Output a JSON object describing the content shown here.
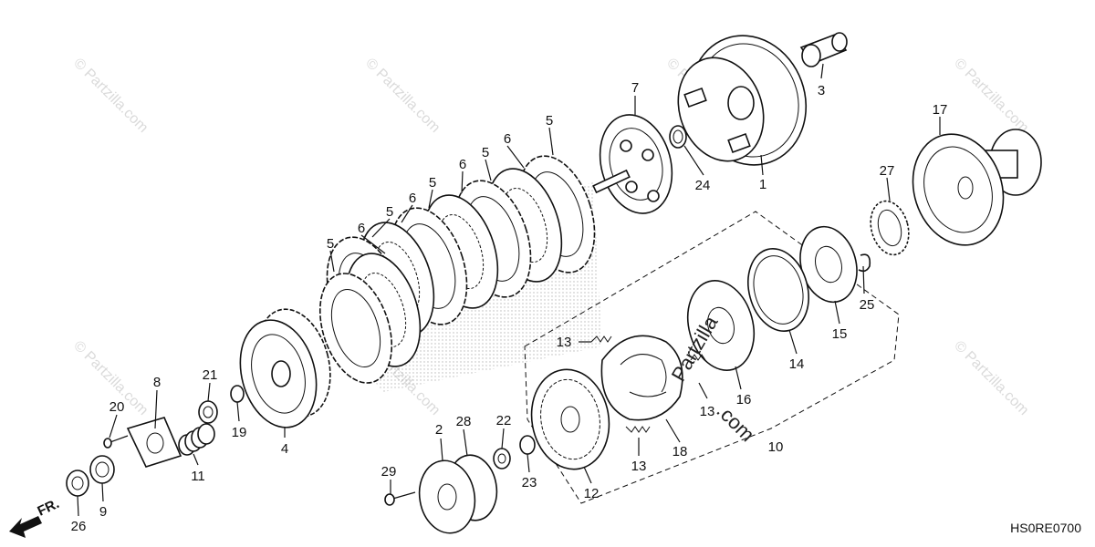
{
  "diagram": {
    "code": "HS0RE0700",
    "direction_label": "FR.",
    "watermark": "© Partzilla.com",
    "watermark_prefix": "Partzilla",
    "watermark_suffix": ".com",
    "callouts": [
      {
        "id": "c1",
        "text": "1"
      },
      {
        "id": "c2",
        "text": "2"
      },
      {
        "id": "c3",
        "text": "3"
      },
      {
        "id": "c4",
        "text": "4"
      },
      {
        "id": "c5a",
        "text": "5"
      },
      {
        "id": "c5b",
        "text": "5"
      },
      {
        "id": "c5c",
        "text": "5"
      },
      {
        "id": "c5d",
        "text": "5"
      },
      {
        "id": "c5e",
        "text": "5"
      },
      {
        "id": "c6a",
        "text": "6"
      },
      {
        "id": "c6b",
        "text": "6"
      },
      {
        "id": "c6c",
        "text": "6"
      },
      {
        "id": "c6d",
        "text": "6"
      },
      {
        "id": "c7",
        "text": "7"
      },
      {
        "id": "c8",
        "text": "8"
      },
      {
        "id": "c9",
        "text": "9"
      },
      {
        "id": "c10",
        "text": "10"
      },
      {
        "id": "c11",
        "text": "11"
      },
      {
        "id": "c12",
        "text": "12"
      },
      {
        "id": "c13a",
        "text": "13"
      },
      {
        "id": "c13b",
        "text": "13"
      },
      {
        "id": "c13c",
        "text": "13"
      },
      {
        "id": "c14",
        "text": "14"
      },
      {
        "id": "c15",
        "text": "15"
      },
      {
        "id": "c16",
        "text": "16"
      },
      {
        "id": "c17",
        "text": "17"
      },
      {
        "id": "c18",
        "text": "18"
      },
      {
        "id": "c19",
        "text": "19"
      },
      {
        "id": "c20",
        "text": "20"
      },
      {
        "id": "c21",
        "text": "21"
      },
      {
        "id": "c22",
        "text": "22"
      },
      {
        "id": "c23",
        "text": "23"
      },
      {
        "id": "c24",
        "text": "24"
      },
      {
        "id": "c25",
        "text": "25"
      },
      {
        "id": "c26",
        "text": "26"
      },
      {
        "id": "c27",
        "text": "27"
      },
      {
        "id": "c28",
        "text": "28"
      },
      {
        "id": "c29",
        "text": "29"
      }
    ]
  }
}
